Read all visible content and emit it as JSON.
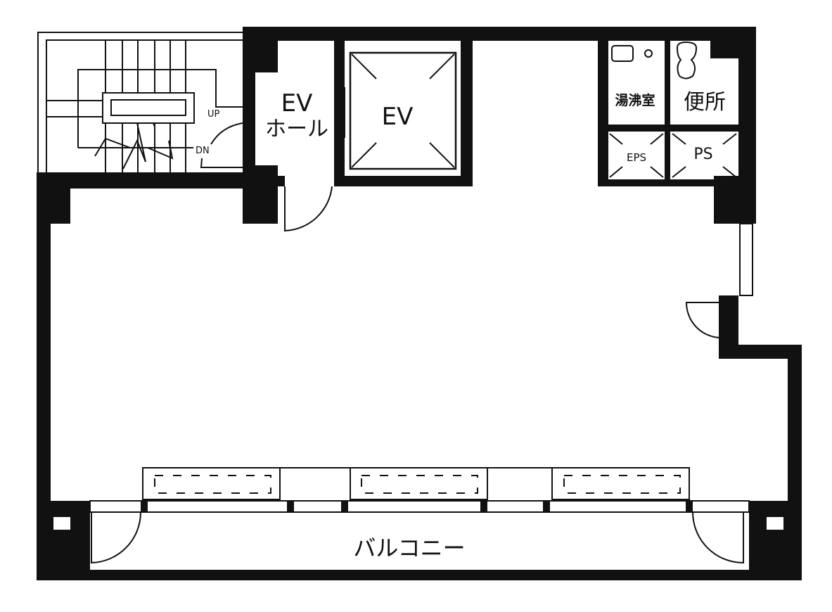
{
  "plan": {
    "rooms": {
      "ev_hall_line1": "EV",
      "ev_hall_line2": "ホール",
      "elevator": "EV",
      "kitchenette": "湯沸室",
      "toilet": "便所",
      "eps": "EPS",
      "ps": "PS",
      "balcony": "バルコニー"
    },
    "stairs": {
      "up": "UP",
      "down": "DN"
    }
  }
}
